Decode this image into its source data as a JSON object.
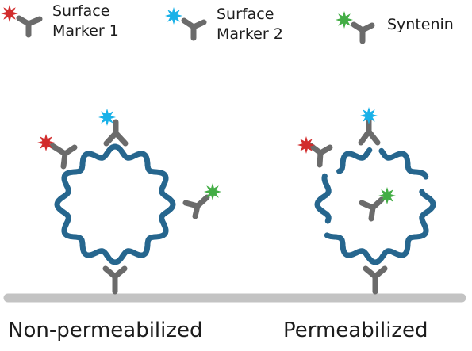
{
  "legend": [
    {
      "label": "Surface\nMarker 1",
      "color": "#d22c2c",
      "icon": "red-burst-antibody-icon"
    },
    {
      "label": "Surface\nMarker 2",
      "color": "#19b1e8",
      "icon": "blue-burst-antibody-icon"
    },
    {
      "label": "Syntenin",
      "color": "#43ad45",
      "icon": "green-burst-antibody-icon"
    }
  ],
  "panels": [
    {
      "label": "Non-permeabilized",
      "membrane": "intact"
    },
    {
      "label": "Permeabilized",
      "membrane": "porous"
    }
  ],
  "colors": {
    "membrane": "#26668e",
    "antibody": "#6b6b6b",
    "surface": "#c3c3c3",
    "text": "#1c1c1c"
  }
}
